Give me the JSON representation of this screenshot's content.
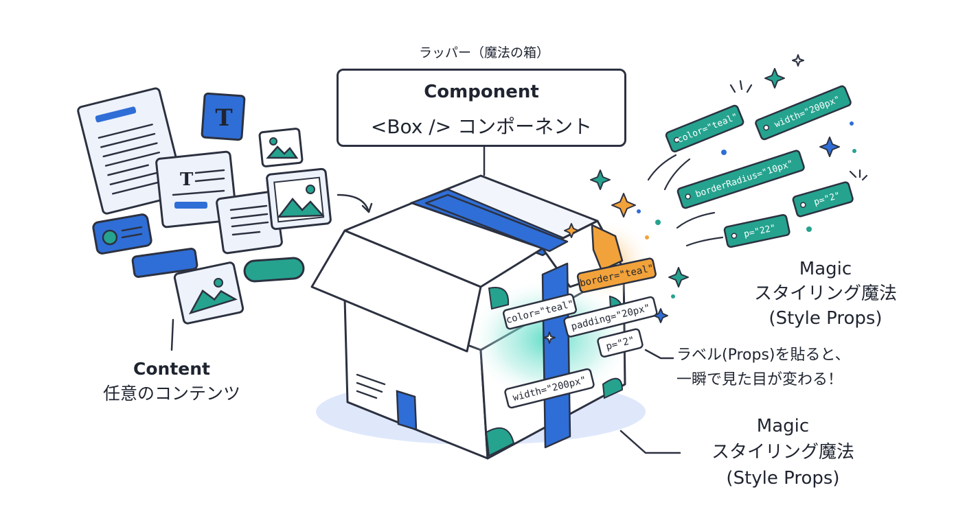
{
  "colors": {
    "outline": "#2c3140",
    "blue": "#2f6ed6",
    "teal": "#25a38f",
    "orange": "#f2a23a",
    "paper": "#eef2fb",
    "shadow": "#dfe8fb"
  },
  "wrapper_caption": "ラッパー（魔法の箱）",
  "component": {
    "line1": "Component",
    "line2": "<Box /> コンポーネント"
  },
  "content_label": {
    "line1": "Content",
    "line2": "任意のコンテンツ"
  },
  "magic_label_upper": {
    "line1": "Magic",
    "line2": "スタイリング魔法",
    "line3": "(Style Props)"
  },
  "magic_label_lower": {
    "line1": "Magic",
    "line2": "スタイリング魔法",
    "line3": "(Style Props)"
  },
  "callout": {
    "line1": "ラベル(Props)を貼ると、",
    "line2": "一瞬で見た目が変わる！"
  },
  "flying_tags": [
    "color=\"teal\"",
    "width=\"200px\"",
    "borderRadius=\"10px\"",
    "p=\"2\"",
    "p=\"22\""
  ],
  "box_tags": {
    "border": "border=\"teal\"",
    "color": "color=\"teal\"",
    "padding": "padding=\"20px\"",
    "p": "p=\"2\"",
    "width": "width=\"200px\""
  },
  "icons": [
    "document-icon",
    "text-icon",
    "image-icon",
    "card-icon",
    "avatar-chip-icon",
    "pill-icon",
    "sparkle-icon",
    "cardboard-box-icon"
  ]
}
